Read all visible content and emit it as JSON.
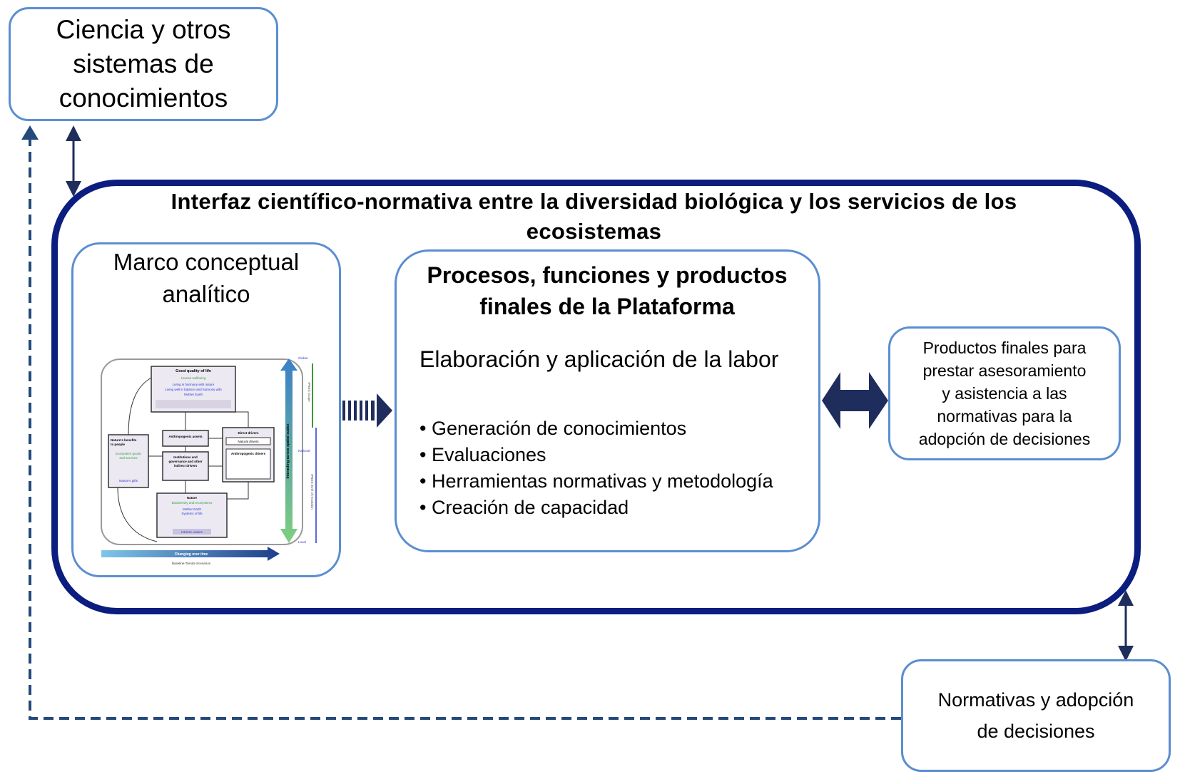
{
  "science_box": {
    "lines": [
      "Ciencia y otros",
      "sistemas de",
      "conocimientos"
    ]
  },
  "outer": {
    "title_lines": [
      "Interfaz científico-normativa entre la diversidad biológica y los servicios de los",
      "ecosistemas"
    ]
  },
  "marco": {
    "title_lines": [
      "Marco conceptual",
      "analítico"
    ],
    "mini_diagram": {
      "good_quality": [
        "Good quality of life",
        "Human wellbeing",
        "Living in harmony with nature",
        "Living well in balance and harmony with",
        "Mother Earth"
      ],
      "benefits": [
        "Nature's benefits",
        "to people",
        "Ecosystem goods",
        "and services",
        "Nature's gifts"
      ],
      "assets": [
        "Anthropogenic assets"
      ],
      "institutions": [
        "Institutions and",
        "governance and other",
        "indirect drivers"
      ],
      "direct_drivers": [
        "Direct drivers",
        "Natural drivers",
        "Anthropogenic drivers"
      ],
      "nature": [
        "Nature",
        "Biodiversity and ecosystems",
        "Mother Earth",
        "Systems of life",
        "Intrinsic values"
      ],
      "axis_global": "Global",
      "axis_national": "National",
      "axis_local": "Local",
      "axis_vertical": "Interacting across spatial scales",
      "ipbes_scope": "IPBES Scope",
      "ipbes_resolution": "IPBES level of resolution",
      "time_label": "Changing over time",
      "time_sub": "Baseline-Trends-Scenarios"
    }
  },
  "procesos": {
    "title_lines": [
      "Procesos, funciones y productos",
      "finales de la Plataforma"
    ],
    "subtitle": "Elaboración y aplicación de la labor",
    "items": [
      "• Generación de conocimientos",
      "• Evaluaciones",
      "• Herramientas normativas y metodología",
      "• Creación de capacidad"
    ]
  },
  "products": {
    "lines": [
      "Productos finales para",
      "prestar asesoramiento",
      "y asistencia a las",
      "normativas para la",
      "adopción de decisiones"
    ]
  },
  "policy_box": {
    "lines": [
      "Normativas y adopción",
      "de decisiones"
    ]
  },
  "colors": {
    "outer_border": "#0c1d80",
    "box_border": "#5b8ed0",
    "arrow": "#1f2d5c",
    "dashed": "#244a7a"
  }
}
